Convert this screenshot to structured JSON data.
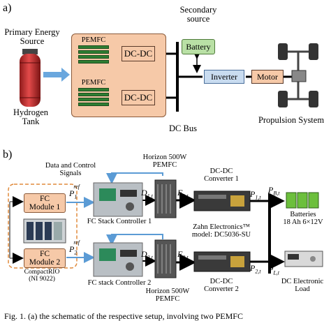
{
  "panel_a": {
    "tag": "a)",
    "primary_energy": "Primary Energy\nSource",
    "hydrogen_tank": "Hydrogen\nTank",
    "pemfc_1": "PEMFC",
    "pemfc_2": "PEMFC",
    "dcdc_1": "DC-DC",
    "dcdc_2": "DC-DC",
    "secondary": "Secondary\nsource",
    "battery": "Battery",
    "inverter": "Inverter",
    "motor": "Motor",
    "dc_bus": "DC Bus",
    "propulsion": "Propulsion System"
  },
  "panel_b": {
    "tag": "b)",
    "data_control": "Data and Control\nSignals",
    "horizon_top": "Horizon 500W\nPEMFC",
    "fc_module_1": "FC\nModule 1",
    "fc_module_2": "FC\nModule 2",
    "compactrio": "CompactRIO\n(NI 9022)",
    "fc_ctrl_1": "FC Stack Controller 1",
    "fc_ctrl_2": "FC stack Controller 2",
    "horizon_bottom": "Horizon 500W\nPEMFC",
    "dcdc_conv_1": "DC-DC\nConverter 1",
    "dcdc_conv_2": "DC-DC\nConverter 2",
    "zahn": "Zahn Electronics™\nmodel: DC5036-SU",
    "batteries": "Batteries\n18 Ah 6×12V",
    "dc_load": "DC Electronic\nLoad",
    "p1_ref": "P",
    "p1_ref_sub": "1",
    "p1_ref_sup": "ref",
    "p2_ref": "P",
    "p2_ref_sub": "2",
    "p2_ref_sup": "ref",
    "d1": "D",
    "d1_sub": "1,t",
    "d2": "D",
    "d2_sub": "2,t",
    "f1": "F",
    "f1_sub": "1,t",
    "f2": "F",
    "f2_sub": "2,t",
    "p1t": "P",
    "p1t_sub": "1,t",
    "p2t": "P",
    "p2t_sub": "2,t",
    "pbt": "P",
    "pbt_sub": "B,t",
    "plt": "P",
    "plt_sub": "L,t"
  },
  "caption_fragment": "Fig. 1.  (a) the schematic of the respective setup, involving two PEMFC",
  "colors": {
    "orange_fill": "#f6c9a8",
    "green_fill": "#b9e0a5",
    "blue_fill": "#c9dcf0",
    "arrow_blue": "#5b9bd5",
    "tank_red": "#c62828",
    "dashed_orange": "#e08a3c"
  }
}
